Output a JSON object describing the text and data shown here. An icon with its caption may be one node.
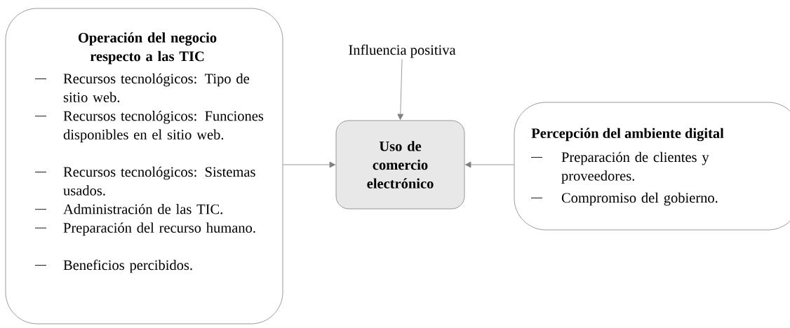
{
  "diagram": {
    "nodes": [
      {
        "text": [
          "Operación del negocio respecto a las TIC",
          "Recursos tecnológicos: Tipo de sitio web.",
          "Recursos tecnológicos: Funciones disponibles en el sitio web.",
          "Recursos tecnológicos: Sistemas usados.",
          "Administración de las TIC.",
          "Preparación del recurso humano.",
          "Beneficios percibidos."
        ]
      },
      {
        "text": [
          "Influencia positiva"
        ]
      },
      {
        "text": [
          "Uso de comercio electrónico"
        ]
      },
      {
        "text": [
          "Percepción del ambiente digital",
          "Preparación de clientes y proveedores.",
          "Compromiso del gobierno."
        ]
      }
    ],
    "edges": [
      {
        "from": 0,
        "to": 2,
        "arrow": "to"
      },
      {
        "from": 1,
        "to": 2,
        "arrow": "to"
      },
      {
        "from": 3,
        "to": 2,
        "arrow": "to"
      }
    ]
  }
}
